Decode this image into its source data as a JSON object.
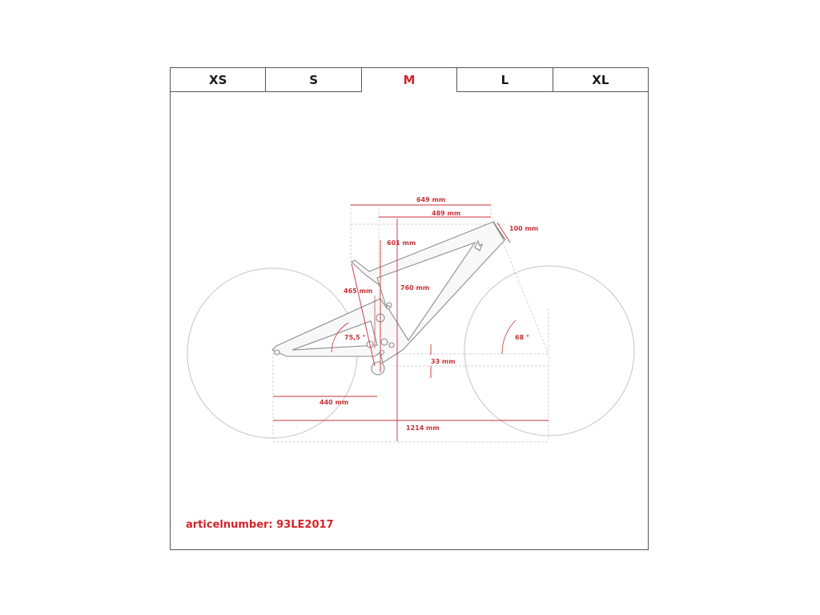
{
  "sizes": {
    "tabs": [
      "XS",
      "S",
      "M",
      "L",
      "XL"
    ],
    "active": "M"
  },
  "dimensions": {
    "effective_top_tube": "649 mm",
    "reach": "489 mm",
    "head_tube": "100 mm",
    "stack": "601 mm",
    "standover": "760 mm",
    "seat_tube": "465 mm",
    "seat_angle": "75,5 °",
    "head_angle": "68 °",
    "bb_drop": "33 mm",
    "chainstay": "440 mm",
    "wheelbase": "1214 mm"
  },
  "article": {
    "label": "articelnumber: 93LE2017"
  },
  "colors": {
    "accent": "#d4232a",
    "dimension_line": "#c8323a",
    "frame": "#999999",
    "wheel": "#bbbbbb"
  }
}
